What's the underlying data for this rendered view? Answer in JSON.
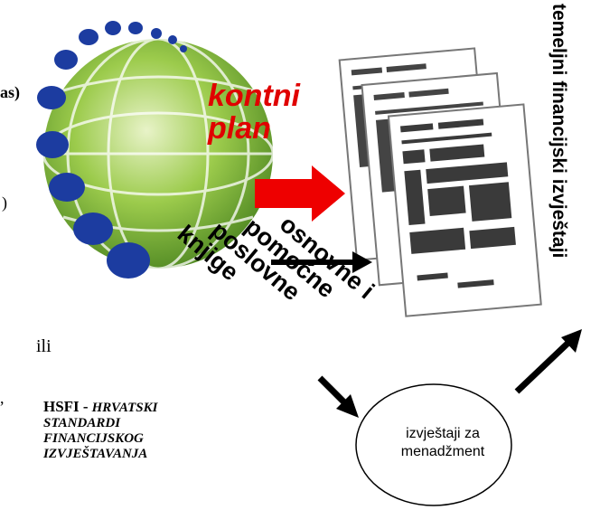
{
  "left_fragments": [
    "as)",
    ")",
    "ili",
    ","
  ],
  "globe_label": [
    "kontni",
    "plan"
  ],
  "financial_reports_label": "temeljni financijski izvještaji",
  "books_label": [
    "osnovne i",
    "pomoćne",
    "poslovne",
    "knjige"
  ],
  "management_reports_label": [
    "izvještaji za",
    "menadžment"
  ],
  "hsfi": {
    "abbr": "HSFI -",
    "full": [
      "HRVATSKI",
      "STANDARDI",
      "FINANCIJSKOG",
      "IZVJEŠTAVANJA"
    ]
  },
  "colors": {
    "accent_red": "#e00000",
    "dot_blue": "#1c3ca0",
    "globe_green": "#7fb83a"
  }
}
